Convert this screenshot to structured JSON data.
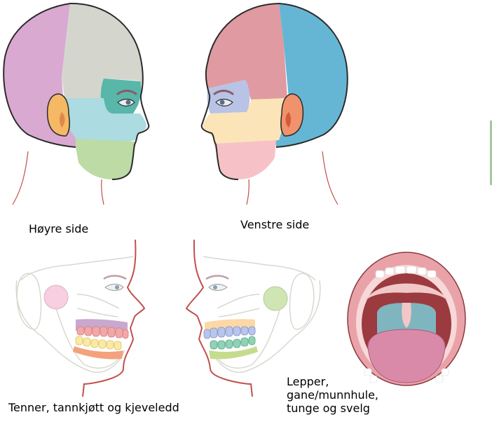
{
  "labels": {
    "right_side": "Høyre side",
    "left_side": "Venstre side",
    "teeth": "Tenner, tannkjøtt og kjeveledd",
    "mouth": [
      "Lepper,",
      "gane/munnhule,",
      "tunge og svelg"
    ]
  },
  "colors": {
    "scalp_back": "#d9a9d2",
    "scalp_top": "#d4d6ce",
    "eye_region_right": "#58b7a9",
    "ear_right": "#f5b865",
    "midface_right": "#acdbe2",
    "jaw_right": "#bcdba5",
    "scalp_front_left": "#e09aa1",
    "scalp_back_left": "#65b6d5",
    "eye_region_left": "#b8c3e6",
    "ear_left": "#f0926c",
    "midface_left": "#fbe5b8",
    "jaw_left": "#f6c2c7",
    "tmj_right": "#f7cfe0",
    "tmj_left": "#cfe6b4",
    "outline": "#2b2b2b",
    "neck": "#c0504d"
  }
}
